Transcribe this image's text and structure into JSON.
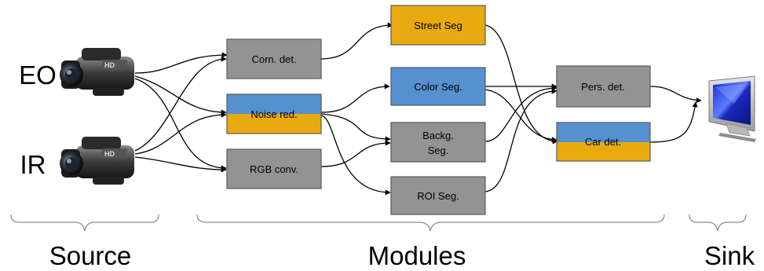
{
  "sources": [
    {
      "label": "EO",
      "icon": "video-camera-icon"
    },
    {
      "label": "IR",
      "icon": "video-camera-icon"
    }
  ],
  "modules": {
    "corner_detection": [
      "Corn. det."
    ],
    "noise_reduction": [
      "Noise red."
    ],
    "rgb_conversion": [
      "RGB conv."
    ],
    "street_segmentation": [
      "Street Seg"
    ],
    "color_segmentation": [
      "Color Seg."
    ],
    "background_segmentation": [
      "Backg.",
      "Seg."
    ],
    "roi_segmentation": [
      "ROI Seg."
    ],
    "person_detection": [
      "Pers. det."
    ],
    "car_detection": [
      "Car det."
    ]
  },
  "sink": {
    "icon": "monitor-icon"
  },
  "groups": {
    "source": "Source",
    "modules": "Modules",
    "sink": "Sink"
  },
  "colors": {
    "gray": "#939393",
    "blue": "#5590cf",
    "gold": "#e8aa0e",
    "border": "#595959",
    "arrow": "#000000"
  },
  "edges": [
    [
      "EO",
      "Corn. det."
    ],
    [
      "EO",
      "Noise red."
    ],
    [
      "EO",
      "RGB conv."
    ],
    [
      "IR",
      "Corn. det."
    ],
    [
      "IR",
      "Noise red."
    ],
    [
      "IR",
      "RGB conv."
    ],
    [
      "Corn. det.",
      "Street Seg"
    ],
    [
      "Noise red.",
      "Color Seg."
    ],
    [
      "Noise red.",
      "Backg. Seg."
    ],
    [
      "Noise red.",
      "ROI Seg."
    ],
    [
      "RGB conv.",
      "Backg. Seg."
    ],
    [
      "Street Seg",
      "Car det."
    ],
    [
      "Color Seg.",
      "Pers. det."
    ],
    [
      "Color Seg.",
      "Car det."
    ],
    [
      "Backg. Seg.",
      "Pers. det."
    ],
    [
      "ROI Seg.",
      "Pers. det."
    ],
    [
      "Pers. det.",
      "Sink"
    ],
    [
      "Car det.",
      "Sink"
    ]
  ]
}
